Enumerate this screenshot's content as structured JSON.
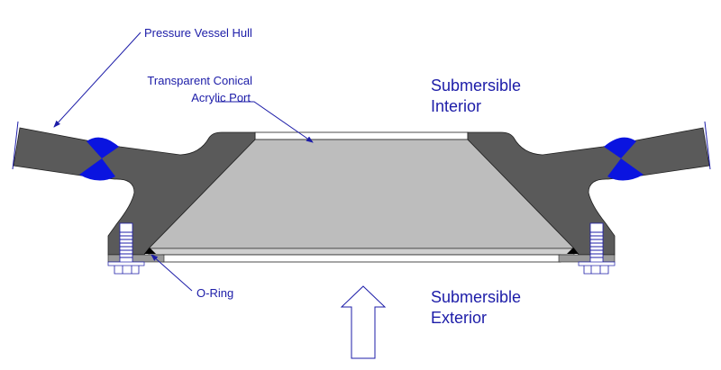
{
  "labels": {
    "hull": "Pressure Vessel Hull",
    "port_line1": "Transparent Conical",
    "port_line2": "Acrylic Port",
    "interior_line1": "Submersible",
    "interior_line2": "Interior",
    "oring": "O-Ring",
    "exterior_line1": "Submersible",
    "exterior_line2": "Exterior"
  },
  "colors": {
    "hull": "#5a5a5a",
    "acrylic": "#bdbdbd",
    "weld": "#0a14e0",
    "text": "#1c1ca8"
  }
}
